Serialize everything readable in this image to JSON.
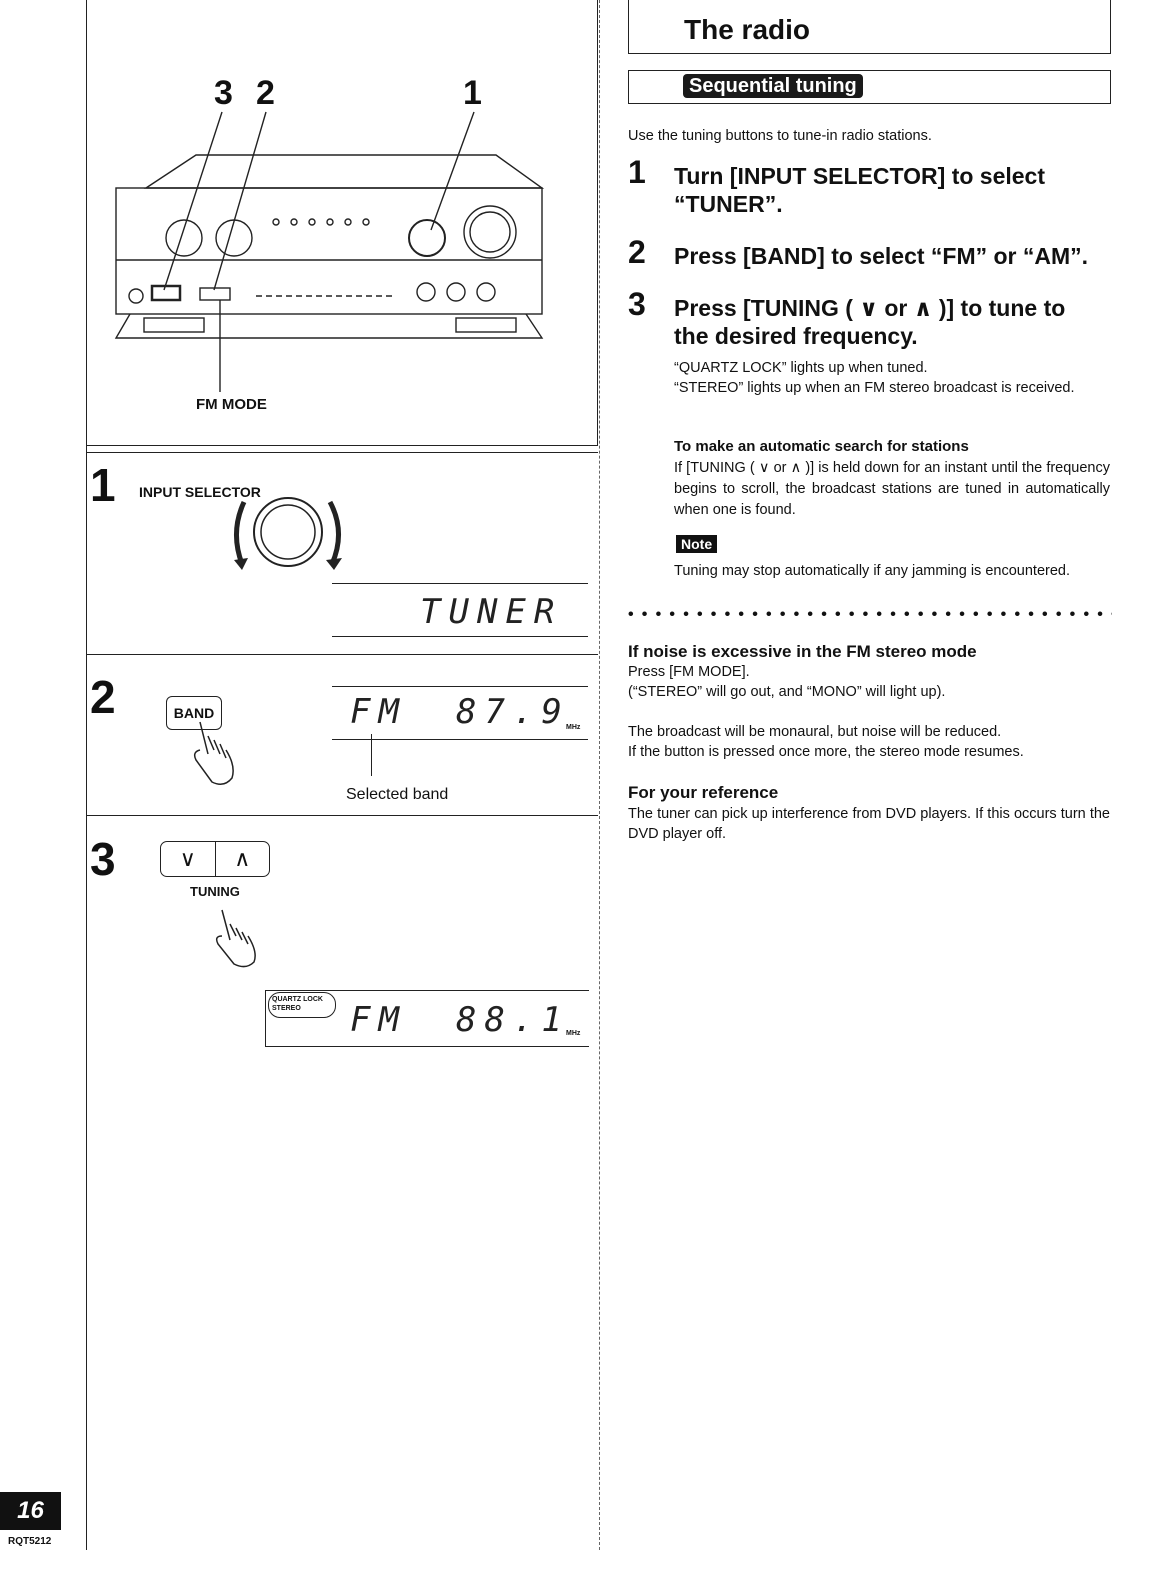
{
  "left": {
    "callouts": [
      "3",
      "2",
      "1"
    ],
    "fm_mode_label": "FM MODE",
    "step1": {
      "num": "1",
      "label": "INPUT SELECTOR",
      "display": "TUNER"
    },
    "step2": {
      "num": "2",
      "button": "BAND",
      "display_band": "FM",
      "display_freq": "87.9",
      "unit": "MHz",
      "caption": "Selected band"
    },
    "step3": {
      "num": "3",
      "down": "∨",
      "up": "∧",
      "label": "TUNING",
      "indicator": "QUARTZ LOCK\nSTEREO",
      "display_band": "FM",
      "display_freq": "88.1",
      "unit": "MHz"
    }
  },
  "page": {
    "number": "16",
    "code": "RQT5212"
  },
  "right": {
    "title": "The radio",
    "subtitle": "Sequential tuning",
    "intro": "Use the tuning buttons to tune-in radio stations.",
    "steps": [
      {
        "num": "1",
        "text": "Turn [INPUT SELECTOR] to select “TUNER”."
      },
      {
        "num": "2",
        "text": "Press [BAND] to select “FM” or “AM”."
      },
      {
        "num": "3",
        "text": "Press [TUNING ( ∨ or ∧ )] to tune to the desired frequency."
      }
    ],
    "step3_notes": [
      "“QUARTZ LOCK” lights up when tuned.",
      "“STEREO” lights up when an FM stereo broadcast is received."
    ],
    "auto_search": {
      "heading": "To make an automatic search for stations",
      "text": "If [TUNING ( ∨ or ∧ )] is held down for an instant until the frequency begins to scroll, the broadcast stations are tuned in automatically when one is found."
    },
    "note": {
      "label": "Note",
      "text": "Tuning may stop automatically if any jamming is encountered."
    },
    "noise": {
      "heading": "If noise is excessive in the FM stereo mode",
      "line1": "Press [FM MODE].",
      "line2": "(“STEREO” will go out, and “MONO” will light up).",
      "line3": "The broadcast will be monaural, but noise will be reduced.",
      "line4": "If the button is pressed once more, the stereo mode resumes."
    },
    "reference": {
      "heading": "For your reference",
      "text": "The tuner can pick up interference from DVD players. If this occurs turn the DVD player off."
    }
  }
}
